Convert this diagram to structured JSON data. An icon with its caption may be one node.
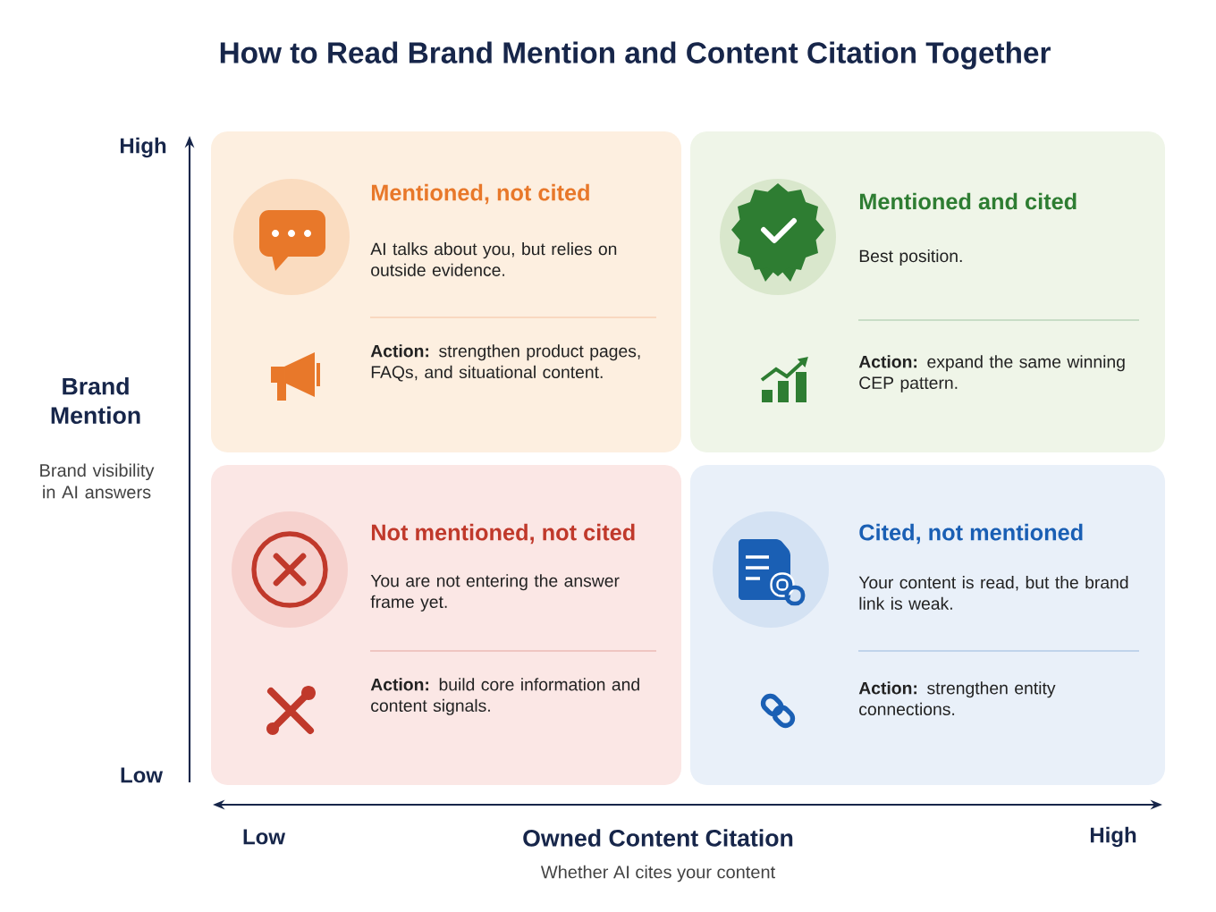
{
  "diagram": {
    "title": "How to Read Brand Mention and Content Citation Together",
    "nodes": [
      {
        "text": [
          "Mentioned, not cited",
          "AI talks about you, but relies on outside evidence.",
          "**Action:** strengthen product pages, FAQs, and situational content."
        ]
      },
      {
        "text": [
          "Mentioned and cited",
          "Best position.",
          "**Action:** expand the same winning CEP pattern."
        ]
      },
      {
        "text": [
          "Not mentioned, not cited",
          "You are not entering the answer frame yet.",
          "**Action:** build core information and content signals."
        ]
      },
      {
        "text": [
          "Cited, not mentioned",
          "Your content is read, but the brand link is weak.",
          "**Action:** strengthen entity connections."
        ]
      }
    ],
    "labels": [
      "High",
      "Brand Mention",
      "Brand visibility in AI answers",
      "Low",
      "Low",
      "Owned Content Citation",
      "Whether AI cites your content",
      "High"
    ]
  }
}
